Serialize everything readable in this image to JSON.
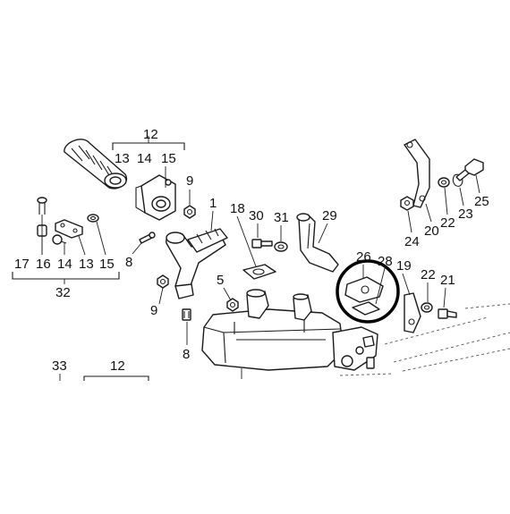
{
  "labels": {
    "l12_top": "12",
    "l13_top": "13",
    "l14_top": "14",
    "l15_top": "15",
    "l9_top": "9",
    "l1": "1",
    "l18": "18",
    "l30": "30",
    "l31": "31",
    "l29": "29",
    "l26": "26",
    "l28": "28",
    "l19": "19",
    "l22_mid": "22",
    "l21": "21",
    "l17": "17",
    "l16": "16",
    "l14_left": "14",
    "l13_left": "13",
    "l15_left": "15",
    "l8_left": "8",
    "l32": "32",
    "l9_mid": "9",
    "l5": "5",
    "l8_bottom": "8",
    "l33": "33",
    "l12_bottom": "12",
    "l24": "24",
    "l20": "20",
    "l22_top": "22",
    "l23": "23",
    "l25": "25"
  }
}
